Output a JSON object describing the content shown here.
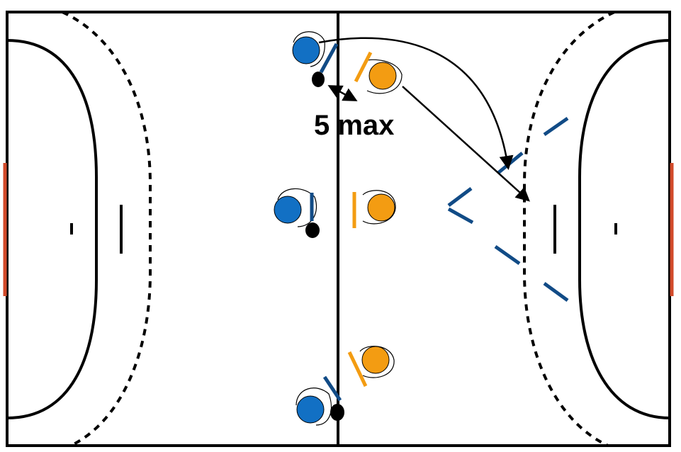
{
  "annotation": {
    "label": "5 max"
  },
  "colors": {
    "team_blue": "#1270c4",
    "team_orange": "#f39c12",
    "defense_marks": "#114b86",
    "goal": "#d24a2a",
    "lines": "#000000",
    "ball": "#000000"
  },
  "players": {
    "blue": [
      "blue-player-top",
      "blue-player-middle",
      "blue-player-bottom"
    ],
    "orange": [
      "orange-player-top",
      "orange-player-middle",
      "orange-player-bottom"
    ]
  }
}
